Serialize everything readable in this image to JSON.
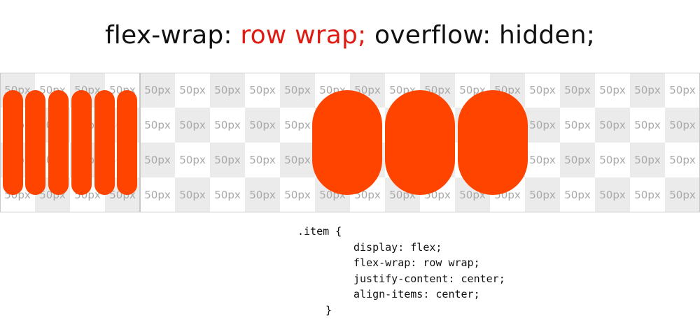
{
  "title": {
    "prefix": "flex-wrap: ",
    "highlight": "row wrap;",
    "suffix": " overflow: hidden;"
  },
  "grid_cell_label": "50px",
  "narrow_item_count": 6,
  "wide_item_count": 3,
  "colors": {
    "item": "#ff4400",
    "highlight": "#e01b12",
    "cell_shade": "#ebebeb",
    "cell_label": "#a9a9a9"
  },
  "code": {
    "selector": ".item {",
    "props": [
      "display: flex;",
      "flex-wrap: row wrap;",
      "justify-content: center;",
      "align-items: center;"
    ],
    "close": "}"
  }
}
